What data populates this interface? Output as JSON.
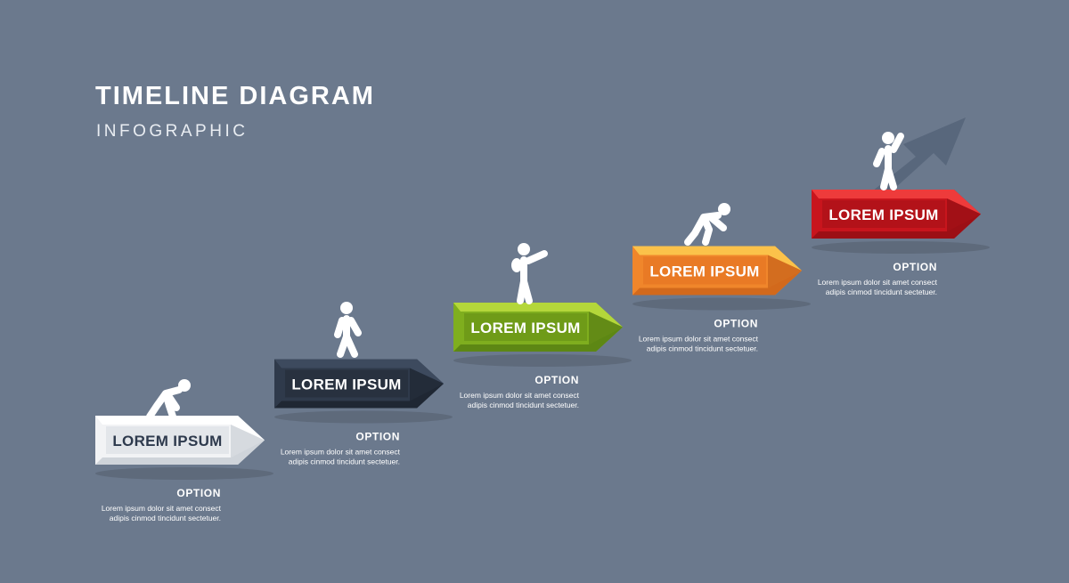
{
  "header": {
    "title": "TIMELINE DIAGRAM",
    "subtitle": "INFOGRAPHIC"
  },
  "steps": [
    {
      "label": "LOREM IPSUM",
      "option_title": "OPTION",
      "option_text_line1": "Lorem ipsum dolor sit amet consect",
      "option_text_line2": "adipis cinmod tincidunt sectetuer.",
      "colors": {
        "front": "#f2f3f5",
        "top": "#ffffff",
        "bottom": "#cfd4da",
        "shade": "#bfc5cc",
        "label_bg": "#e3e6ea",
        "text": "#2e3a4d"
      },
      "figure": "crouching-person-icon"
    },
    {
      "label": "LOREM IPSUM",
      "option_title": "OPTION",
      "option_text_line1": "Lorem ipsum dolor sit amet consect",
      "option_text_line2": "adipis cinmod tincidunt sectetuer.",
      "colors": {
        "front": "#2f3a4b",
        "top": "#3d4a5e",
        "bottom": "#1f2733",
        "shade": "#1a212b",
        "label_bg": "#28313f",
        "text": "#ffffff"
      },
      "figure": "walking-person-icon"
    },
    {
      "label": "LOREM IPSUM",
      "option_title": "OPTION",
      "option_text_line1": "Lorem ipsum dolor sit amet consect",
      "option_text_line2": "adipis cinmod tincidunt sectetuer.",
      "colors": {
        "front": "#7fae1e",
        "top": "#b4d73a",
        "bottom": "#5d8714",
        "shade": "#4c6f10",
        "label_bg": "#6f9b18",
        "text": "#ffffff"
      },
      "figure": "pointing-person-icon"
    },
    {
      "label": "LOREM IPSUM",
      "option_title": "OPTION",
      "option_text_line1": "Lorem ipsum dolor sit amet consect",
      "option_text_line2": "adipis cinmod tincidunt sectetuer.",
      "colors": {
        "front": "#f0862b",
        "top": "#fbc24a",
        "bottom": "#d2691c",
        "shade": "#bb5a16",
        "label_bg": "#e97a25",
        "text": "#ffffff"
      },
      "figure": "running-person-icon"
    },
    {
      "label": "LOREM IPSUM",
      "option_title": "OPTION",
      "option_text_line1": "Lorem ipsum dolor sit amet consect",
      "option_text_line2": "adipis cinmod tincidunt sectetuer.",
      "colors": {
        "front": "#c8151d",
        "top": "#ee3b3b",
        "bottom": "#9c0f15",
        "shade": "#840c11",
        "label_bg": "#b31219",
        "text": "#ffffff"
      },
      "figure": "waving-person-icon"
    }
  ],
  "accent": {
    "arrow_color": "#57657a"
  }
}
